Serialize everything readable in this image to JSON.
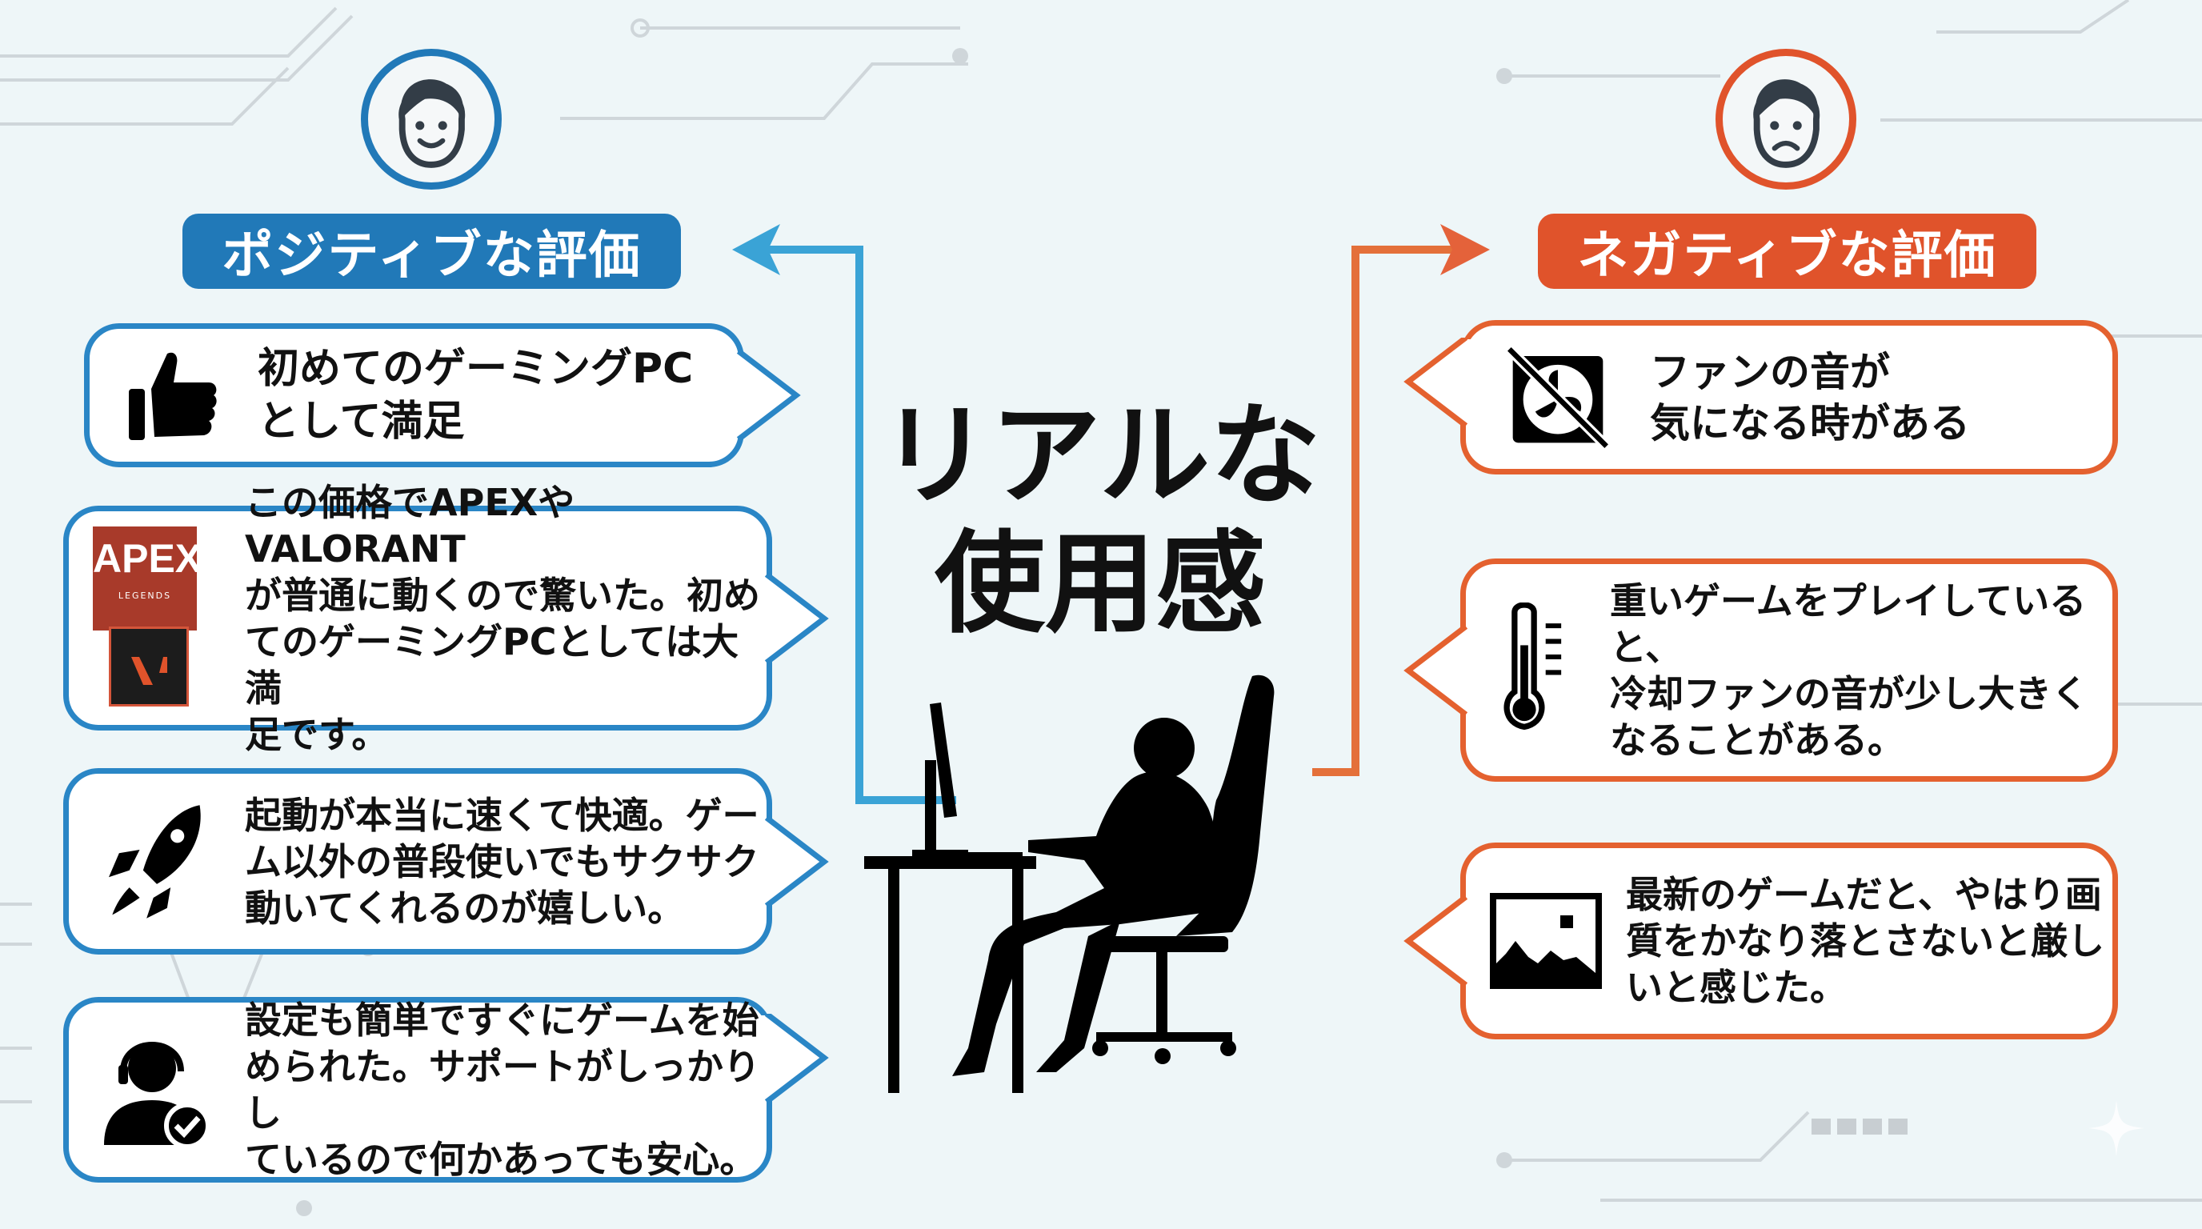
{
  "title": "リアルな\n使用感",
  "positive": {
    "heading": "ポジティブな評価",
    "face_icon": "smiling-face-icon",
    "color": "#2179b8",
    "items": [
      {
        "icon": "thumbs-up-icon",
        "text": "初めてのゲーミングPC\nとして満足"
      },
      {
        "icon": "apex-valorant-logo",
        "logo_text": "APEX",
        "logo_sub": "LEGENDS",
        "text": "この価格でAPEXやVALORANT\nが普通に動くので驚いた。初め\nてのゲーミングPCとしては大満\n足です。"
      },
      {
        "icon": "rocket-icon",
        "text": "起動が本当に速くて快適。ゲー\nム以外の普段使いでもサクサク\n動いてくれるのが嬉しい。"
      },
      {
        "icon": "support-headset-icon",
        "text": "設定も簡単ですぐにゲームを始\nめられた。サポートがしっかりし\nているので何かあっても安心。"
      }
    ]
  },
  "negative": {
    "heading": "ネガティブな評価",
    "face_icon": "sad-face-icon",
    "color": "#e0532b",
    "items": [
      {
        "icon": "fan-off-icon",
        "text": "ファンの音が\n気になる時がある"
      },
      {
        "icon": "thermometer-icon",
        "text": "重いゲームをプレイしていると、\n冷却ファンの音が少し大きく\nなることがある。"
      },
      {
        "icon": "image-icon",
        "text": "最新のゲームだと、やはり画\n質をかなり落とさないと厳し\nいと感じた。"
      }
    ]
  }
}
